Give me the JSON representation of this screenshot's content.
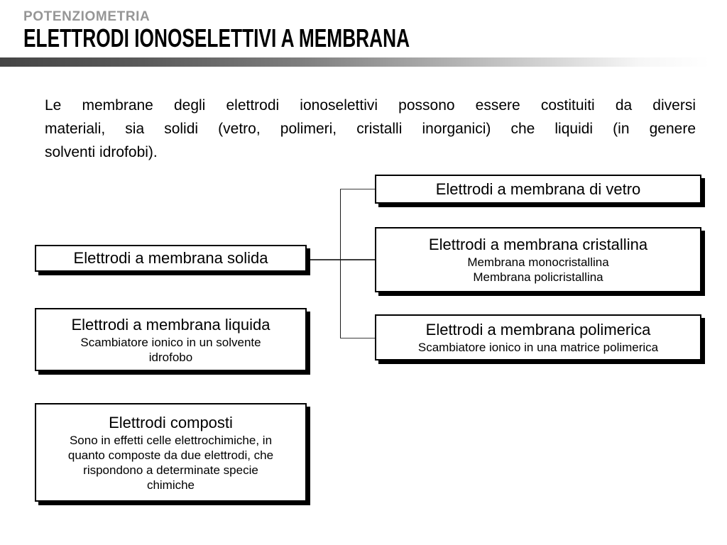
{
  "slide": {
    "kicker": "POTENZIOMETRIA",
    "title": "ELETTRODI IONOSELETTIVI A MEMBRANA"
  },
  "intro_lines": [
    "Le membrane degli elettrodi ionoselettivi possono essere costituiti da diversi",
    "materiali, sia solidi (vetro, polimeri, cristalli inorganici) che liquidi (in genere",
    "solventi idrofobi)."
  ],
  "diagram": {
    "root": {
      "title": "Elettrodi a membrana solida"
    },
    "branches": [
      {
        "title": "Elettrodi a membrana di vetro",
        "sublines": []
      },
      {
        "title": "Elettrodi a membrana cristallina",
        "sublines": [
          "Membrana monocristallina",
          "Membrana policristallina"
        ]
      },
      {
        "title": "Elettrodi a membrana polimerica",
        "sublines": [
          "Scambiatore ionico in una matrice polimerica"
        ]
      }
    ],
    "standalone": [
      {
        "title": "Elettrodi a membrana liquida",
        "sublines": [
          "Scambiatore ionico in un solvente",
          "idrofobo"
        ]
      },
      {
        "title": "Elettrodi composti",
        "sublines": [
          "Sono in effetti celle elettrochimiche, in",
          "quanto composte da due elettrodi, che",
          "rispondono a determinate specie",
          "chimiche"
        ]
      }
    ]
  },
  "colors": {
    "kicker_gray": "#969696",
    "rule_dark": "#454545",
    "rule_light": "#ffffff",
    "box_border": "#000000",
    "box_shadow": "#000000",
    "connector": "#3c3c3c"
  }
}
